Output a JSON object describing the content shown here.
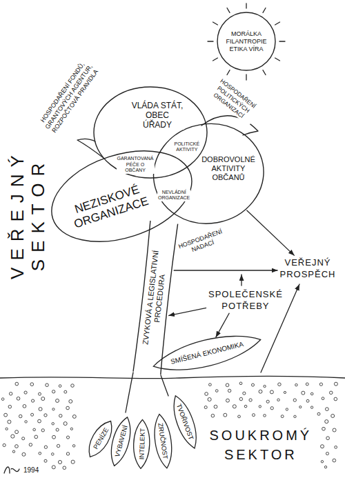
{
  "diagram": {
    "nodes": [
      {
        "text": [
          "MORÁLKA FILANTROPIE ETIKA VÍRA"
        ]
      },
      {
        "text": [
          "VLÁDA STÁT, OBEC ÚŘADY"
        ]
      },
      {
        "text": [
          "NEZISKOVÉ ORGANIZACE"
        ]
      },
      {
        "text": [
          "DOBROVOLNÉ AKTIVITY OBČANŮ"
        ]
      },
      {
        "text": [
          "VEŘEJNÝ PROSPĚCH"
        ]
      },
      {
        "text": [
          "ZVYKOVÁ A LEGISLATIVNÍ PROCEDURA"
        ]
      },
      {
        "text": [
          "SPOLEČENSKÉ POTŘEBY"
        ]
      },
      {
        "text": [
          "SMÍŠENÁ EKONOMIKA"
        ]
      },
      {
        "text": [
          "PENÍZE"
        ]
      },
      {
        "text": [
          "VYBAVENÍ"
        ]
      },
      {
        "text": [
          "INTELEKT"
        ]
      },
      {
        "text": [
          "ZRUČNOST"
        ]
      },
      {
        "text": [
          "TVOŘIVOST"
        ]
      }
    ],
    "edges": [
      {
        "from": 3,
        "to": 4,
        "arrow": "to"
      },
      {
        "from": 5,
        "to": 4,
        "arrow": "to"
      },
      {
        "from": 6,
        "to": 5,
        "arrow": "to"
      },
      {
        "from": 6,
        "to": 7,
        "arrow": "to"
      }
    ],
    "labels": [
      "HOSPODAŘENÍ FONDŮ, GRANTOVÝCH AGENTUR, ROZPOČTOVÁ PRAVIDLA",
      "HOSPODAŘENÍ POLITICKÝCH ORGANIZACÍ",
      "GARANTOVANÁ PÉČE O OBČANY",
      "POLITICKÉ AKTIVITY",
      "NEVLÁDNÍ ORGANIZACE",
      "VEŘEJNÝ SEKTOR",
      "HOSPODAŘENÍ NADACÍ",
      "SOUKROMÝ SEKTOR",
      "1994"
    ]
  }
}
